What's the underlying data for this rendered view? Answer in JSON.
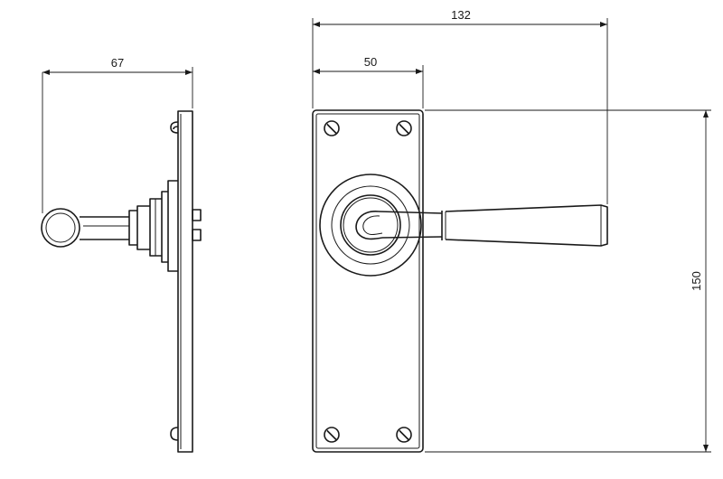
{
  "dimensions": {
    "side_projection": "67",
    "overall_width": "132",
    "backplate_width": "50",
    "backplate_height": "150"
  },
  "colors": {
    "line": "#1a1a1a",
    "background": "#ffffff"
  }
}
